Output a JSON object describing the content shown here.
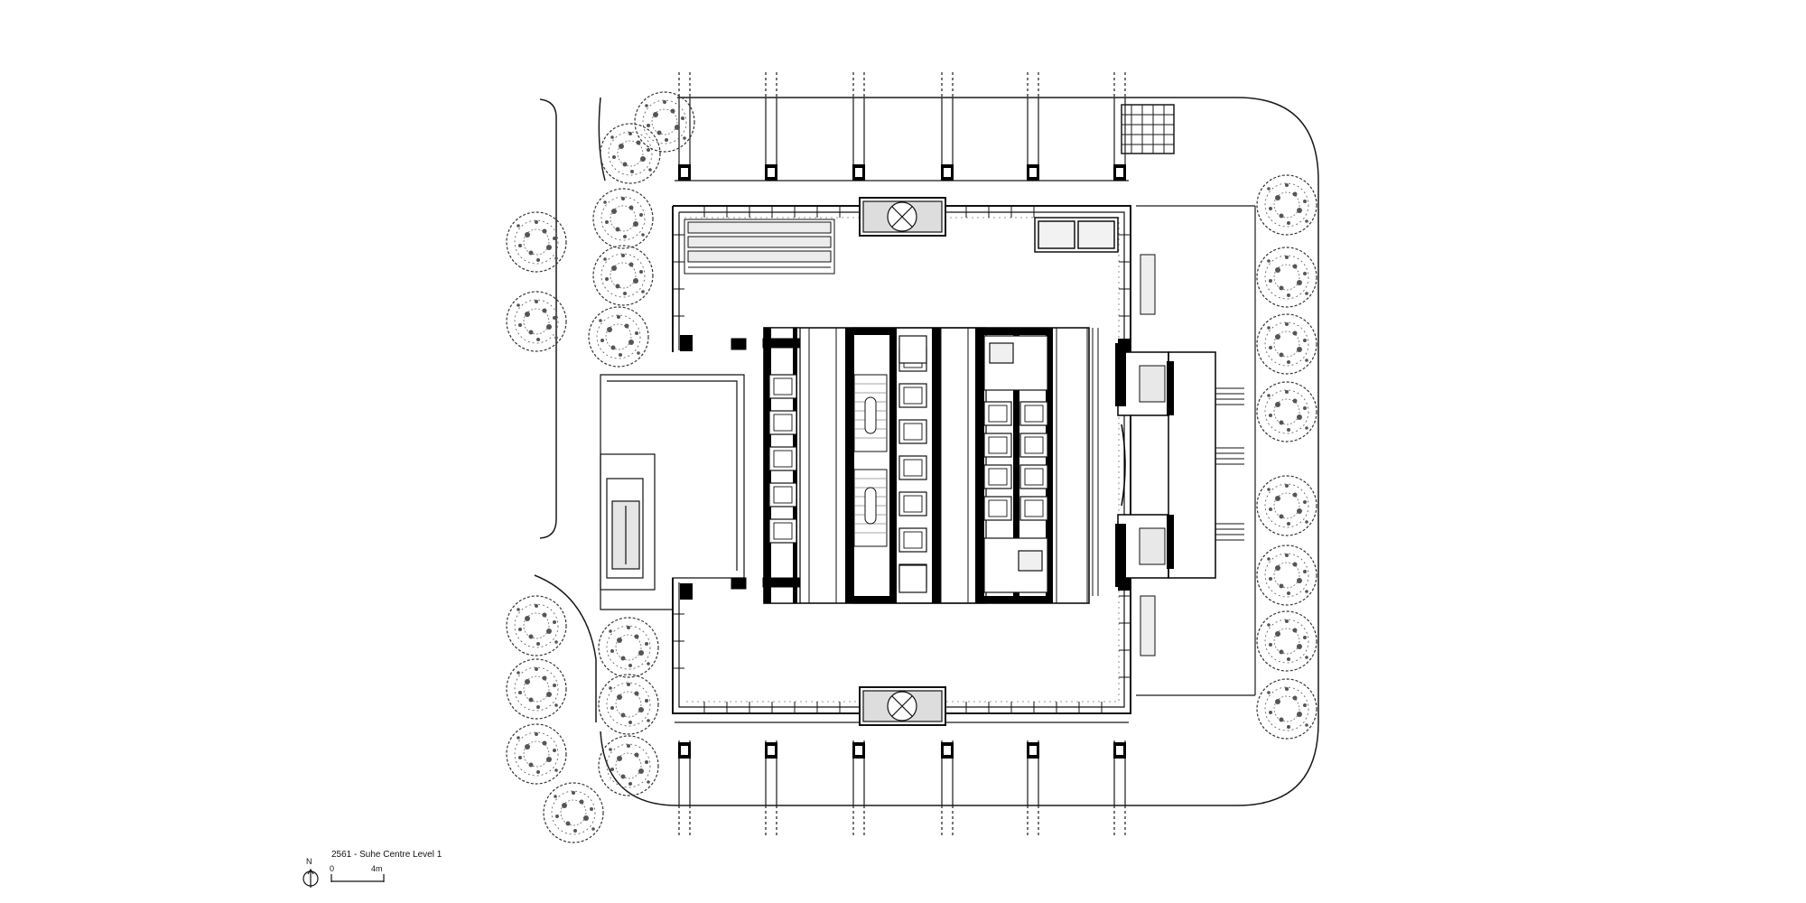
{
  "drawing": {
    "title": "2561 - Suhe Centre Level 1",
    "north_label": "N",
    "scale_start": "0",
    "scale_end": "4m"
  },
  "colors": {
    "line": "#1a1a1a",
    "wall": "#000000",
    "background": "#ffffff",
    "tree": "#333333"
  },
  "icons": {
    "north_arrow": "north-arrow-icon",
    "tree": "tree-icon",
    "lift": "lift-car-icon",
    "stair": "stair-icon",
    "revolving_door": "revolving-door-icon",
    "escalator": "escalator-icon"
  }
}
